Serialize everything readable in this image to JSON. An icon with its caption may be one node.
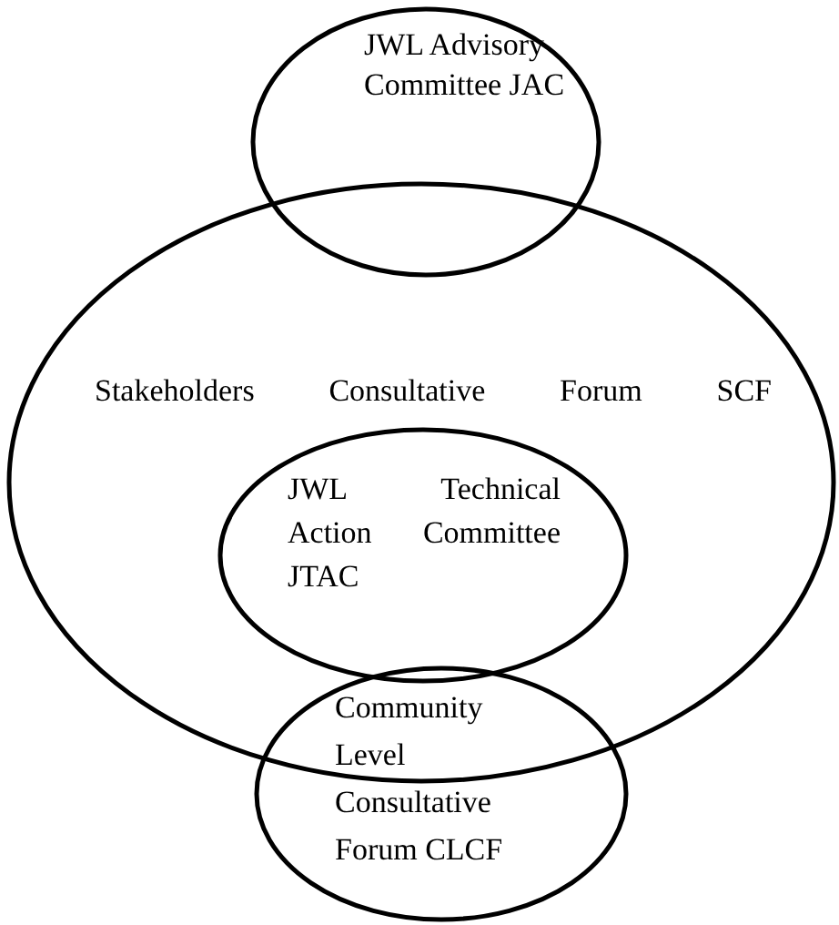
{
  "diagram": {
    "nodes": [
      {
        "text": [
          "JWL Advisory Committee JAC"
        ]
      },
      {
        "text": [
          "Stakeholders Consultative Forum SCF"
        ]
      },
      {
        "text": [
          "JWL Technical Action Committee JTAC"
        ],
        "in": 1
      },
      {
        "text": [
          "Community Level Consultative Forum CLCF"
        ]
      }
    ]
  }
}
